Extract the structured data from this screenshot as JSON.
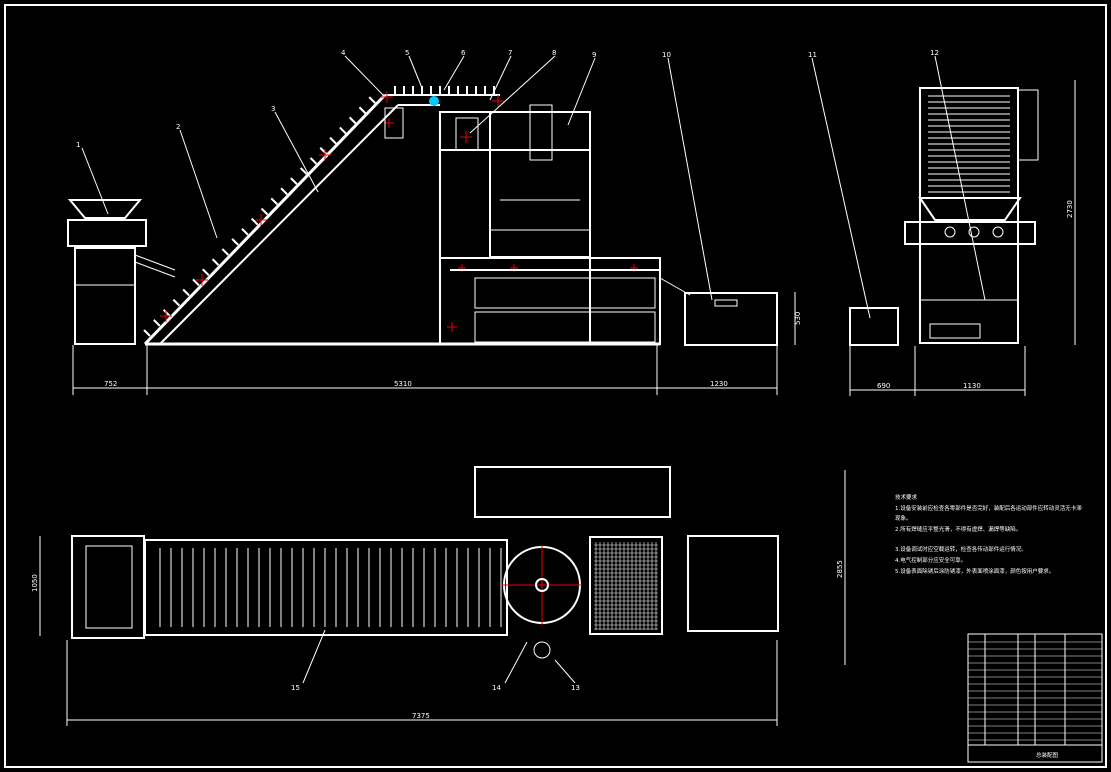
{
  "drawing": {
    "part_labels": [
      "1",
      "2",
      "3",
      "4",
      "5",
      "6",
      "7",
      "8",
      "9",
      "10",
      "11",
      "12",
      "13",
      "14",
      "15"
    ],
    "dims_front": [
      "752",
      "5310",
      "1230",
      "530"
    ],
    "dims_side": [
      "690",
      "1130",
      "2730"
    ],
    "dims_plan": [
      "1050",
      "2855",
      "7375"
    ],
    "notes_title": "技术要求",
    "notes": [
      "1.设备安装前应检查各零部件是否完好，装配后各运动部件应转动灵活无卡滞",
      "现象。",
      "2.所有焊缝应平整光滑，不得有虚焊、漏焊等缺陷。",
      "3.设备调试时应空载运转，检查各传动部件运行情况。",
      "4.电气控制部分应安全可靠。",
      "5.设备表面除锈后涂防锈漆，外表面喷涂面漆，颜色按用户要求。"
    ],
    "title_block_name": "总装配图"
  },
  "colors": {
    "line": "#ffffff",
    "accent": "#e00000",
    "highlight": "#00c8ff",
    "background": "#000000"
  }
}
